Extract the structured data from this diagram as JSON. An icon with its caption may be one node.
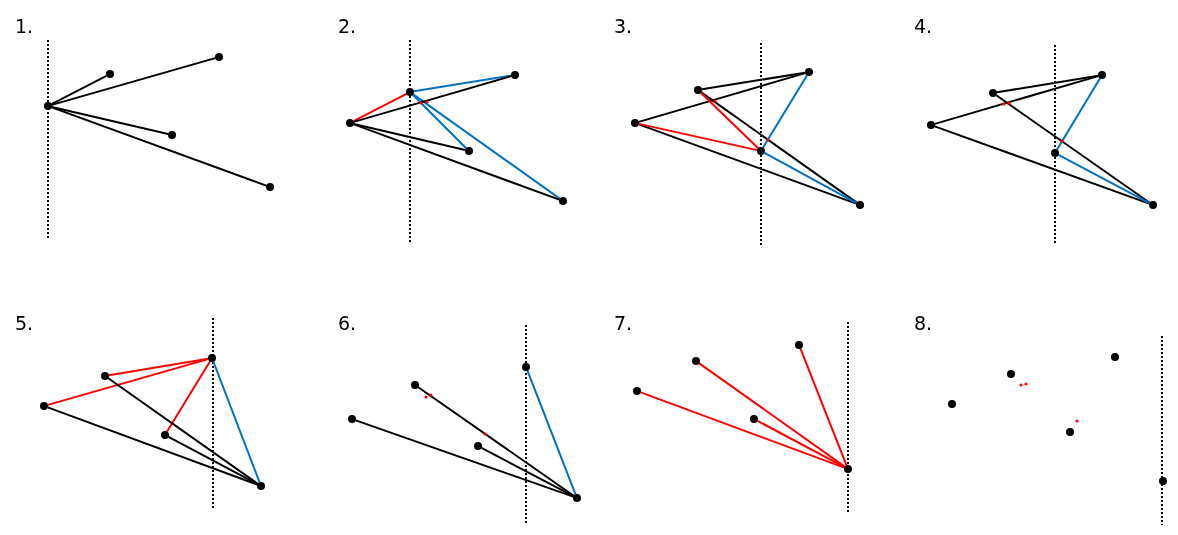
{
  "diagram": {
    "nodes": [
      {
        "text": [],
        "shape": "circle"
      },
      {
        "text": [],
        "shape": "circle"
      },
      {
        "text": [],
        "shape": "circle"
      },
      {
        "text": [],
        "shape": "circle"
      },
      {
        "text": [],
        "shape": "circle"
      },
      {
        "text": [],
        "shape": "circle"
      },
      {
        "text": [],
        "shape": "circle"
      },
      {
        "text": [],
        "shape": "circle"
      },
      {
        "text": [],
        "shape": "circle"
      },
      {
        "text": [],
        "shape": "circle"
      },
      {
        "text": [],
        "shape": "circle"
      },
      {
        "text": [],
        "shape": "circle"
      },
      {
        "text": [],
        "shape": "circle"
      },
      {
        "text": [],
        "shape": "circle"
      },
      {
        "text": [],
        "shape": "circle"
      },
      {
        "text": [],
        "shape": "circle"
      },
      {
        "text": [],
        "shape": "circle"
      },
      {
        "text": [],
        "shape": "circle"
      },
      {
        "text": [],
        "shape": "circle"
      },
      {
        "text": [],
        "shape": "circle"
      },
      {
        "text": [],
        "shape": "circle"
      },
      {
        "text": [],
        "shape": "circle"
      },
      {
        "text": [],
        "shape": "circle"
      },
      {
        "text": [],
        "shape": "circle"
      },
      {
        "text": [],
        "shape": "circle"
      },
      {
        "text": [],
        "shape": "circle"
      },
      {
        "text": [],
        "shape": "circle"
      },
      {
        "text": [],
        "shape": "circle"
      },
      {
        "text": [],
        "shape": "circle"
      },
      {
        "text": [],
        "shape": "circle"
      },
      {
        "text": [],
        "shape": "circle"
      },
      {
        "text": [],
        "shape": "circle"
      },
      {
        "text": [],
        "shape": "circle"
      },
      {
        "text": [],
        "shape": "circle"
      },
      {
        "text": [],
        "shape": "circle"
      },
      {
        "text": [],
        "shape": "circle"
      },
      {
        "text": [],
        "shape": "circle"
      },
      {
        "text": [],
        "shape": "circle"
      },
      {
        "text": [],
        "shape": "circle"
      },
      {
        "text": [],
        "shape": "circle"
      }
    ],
    "edges": [
      {
        "from": 0,
        "to": 1,
        "arrow": "none"
      },
      {
        "from": 0,
        "to": 2,
        "arrow": "none"
      },
      {
        "from": 0,
        "to": 3,
        "arrow": "none"
      },
      {
        "from": 0,
        "to": 4,
        "arrow": "none"
      },
      {
        "from": 5,
        "to": 6,
        "arrow": "none",
        "color": "#ff0000"
      },
      {
        "from": 6,
        "to": 7,
        "arrow": "none",
        "color": "#0070c0"
      },
      {
        "from": 6,
        "to": 8,
        "arrow": "none",
        "color": "#0070c0"
      },
      {
        "from": 6,
        "to": 9,
        "arrow": "none",
        "color": "#0070c0"
      },
      {
        "from": 5,
        "to": 7,
        "arrow": "none"
      },
      {
        "from": 5,
        "to": 8,
        "arrow": "none"
      },
      {
        "from": 5,
        "to": 9,
        "arrow": "none"
      },
      {
        "from": 10,
        "to": 12,
        "arrow": "none"
      },
      {
        "from": 11,
        "to": 12,
        "arrow": "none"
      },
      {
        "from": 11,
        "to": 14,
        "arrow": "none"
      },
      {
        "from": 10,
        "to": 14,
        "arrow": "none"
      },
      {
        "from": 10,
        "to": 13,
        "arrow": "none",
        "color": "#ff0000"
      },
      {
        "from": 11,
        "to": 13,
        "arrow": "none",
        "color": "#ff0000"
      },
      {
        "from": 13,
        "to": 12,
        "arrow": "none",
        "color": "#0070c0"
      },
      {
        "from": 13,
        "to": 14,
        "arrow": "none",
        "color": "#0070c0"
      },
      {
        "from": 15,
        "to": 17,
        "arrow": "none"
      },
      {
        "from": 16,
        "to": 17,
        "arrow": "none"
      },
      {
        "from": 16,
        "to": 19,
        "arrow": "none"
      },
      {
        "from": 15,
        "to": 19,
        "arrow": "none"
      },
      {
        "from": 18,
        "to": 17,
        "arrow": "none",
        "color": "#0070c0"
      },
      {
        "from": 18,
        "to": 19,
        "arrow": "none",
        "color": "#0070c0"
      },
      {
        "from": 20,
        "to": 22,
        "arrow": "none",
        "color": "#ff0000"
      },
      {
        "from": 21,
        "to": 22,
        "arrow": "none",
        "color": "#ff0000"
      },
      {
        "from": 23,
        "to": 22,
        "arrow": "none",
        "color": "#ff0000"
      },
      {
        "from": 22,
        "to": 24,
        "arrow": "none",
        "color": "#0070c0"
      },
      {
        "from": 21,
        "to": 24,
        "arrow": "none"
      },
      {
        "from": 20,
        "to": 24,
        "arrow": "none"
      },
      {
        "from": 23,
        "to": 24,
        "arrow": "none"
      },
      {
        "from": 27,
        "to": 29,
        "arrow": "none",
        "color": "#0070c0"
      },
      {
        "from": 25,
        "to": 29,
        "arrow": "none"
      },
      {
        "from": 26,
        "to": 29,
        "arrow": "none"
      },
      {
        "from": 28,
        "to": 29,
        "arrow": "none"
      },
      {
        "from": 30,
        "to": 34,
        "arrow": "none",
        "color": "#ff0000"
      },
      {
        "from": 31,
        "to": 34,
        "arrow": "none",
        "color": "#ff0000"
      },
      {
        "from": 32,
        "to": 34,
        "arrow": "none",
        "color": "#ff0000"
      },
      {
        "from": 33,
        "to": 34,
        "arrow": "none",
        "color": "#ff0000"
      }
    ],
    "labels": [
      "1.",
      "2.",
      "3.",
      "4.",
      "5.",
      "6.",
      "7.",
      "8."
    ]
  }
}
